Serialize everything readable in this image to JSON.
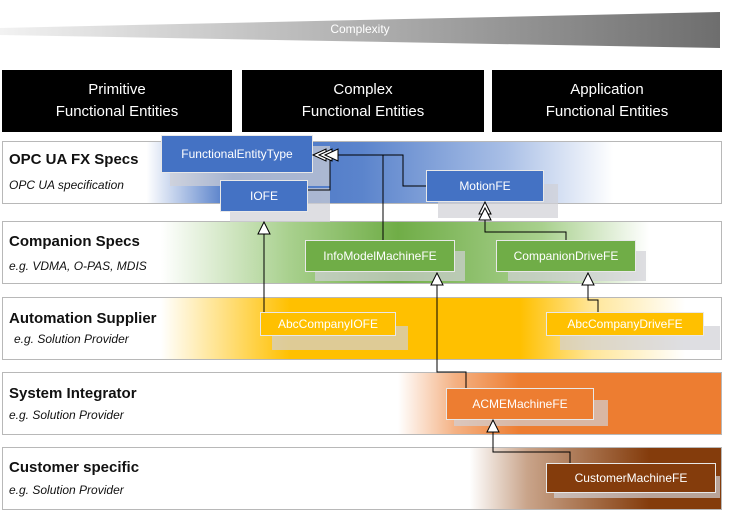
{
  "complexity": {
    "label": "Complexity"
  },
  "columns": [
    {
      "line1": "Primitive",
      "line2": "Functional Entities"
    },
    {
      "line1": "Complex",
      "line2": "Functional Entities"
    },
    {
      "line1": "Application",
      "line2": "Functional Entities"
    }
  ],
  "layers": [
    {
      "title": "OPC UA FX Specs",
      "subtitle": "OPC UA specification",
      "color": "#4472c4"
    },
    {
      "title": "Companion Specs",
      "subtitle": "e.g. VDMA, O-PAS, MDIS",
      "color": "#70ad47"
    },
    {
      "title": "Automation Supplier",
      "subtitle": "e.g. Solution Provider",
      "color": "#ffc000"
    },
    {
      "title": "System Integrator",
      "subtitle": "e.g. Solution Provider",
      "color": "#ed7d31"
    },
    {
      "title": "Customer specific",
      "subtitle": "e.g. Solution Provider",
      "color": "#843c0c"
    }
  ],
  "types": {
    "functional_entity_type": "FunctionalEntityType",
    "iofe": "IOFE",
    "motionfe": "MotionFE",
    "infomodelmachinefe": "InfoModelMachineFE",
    "companiondrivefe": "CompanionDriveFE",
    "abccompanyiofe": "AbcCompanyIOFE",
    "abccompanydrivefe": "AbcCompanyDriveFE",
    "acmemachinefe": "ACMEMachineFE",
    "customermachinefe": "CustomerMachineFE"
  }
}
